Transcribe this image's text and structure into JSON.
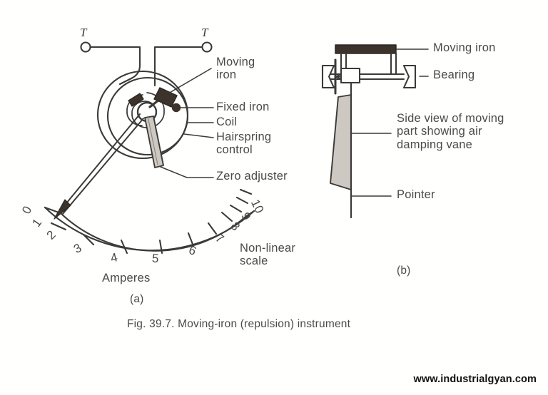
{
  "figure": {
    "caption": "Fig. 39.7. Moving-iron (repulsion) instrument",
    "sub_labels": {
      "left": "(a)",
      "right": "(b)"
    }
  },
  "left_diagram": {
    "terminals": [
      {
        "name": "terminal-left",
        "label": "T"
      },
      {
        "name": "terminal-right",
        "label": "T"
      }
    ],
    "callouts": [
      {
        "id": "moving-iron",
        "label": "Moving\niron"
      },
      {
        "id": "fixed-iron",
        "label": "Fixed iron"
      },
      {
        "id": "coil",
        "label": "Coil"
      },
      {
        "id": "hairspring-control",
        "label": "Hairspring\ncontrol"
      },
      {
        "id": "zero-adjuster",
        "label": "Zero adjuster"
      }
    ],
    "scale": {
      "unit_label": "Amperes",
      "note": "Non-linear\nscale",
      "ticks": [
        "0",
        "1",
        "2",
        "3",
        "4",
        "5",
        "6",
        "7",
        "8",
        "9",
        "10"
      ],
      "pointer_reading": 1.5
    }
  },
  "right_diagram": {
    "callouts": [
      {
        "id": "moving-iron",
        "label": "Moving iron"
      },
      {
        "id": "bearing",
        "label": "Bearing"
      },
      {
        "id": "damping-vane",
        "label": "Side view of moving\npart showing air\ndamping vane"
      },
      {
        "id": "pointer",
        "label": "Pointer"
      }
    ]
  },
  "watermark": {
    "text": "www.industrialgyan.com"
  },
  "colors": {
    "background": "#fffffd",
    "ink": "#3a3a38",
    "label_ink": "#4a4a46",
    "iron_fill": "#3b332c",
    "vane_fill": "#cdc9c2"
  }
}
